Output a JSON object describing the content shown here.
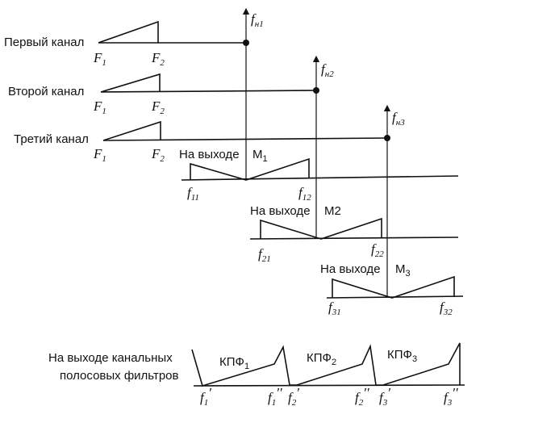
{
  "channels": [
    {
      "label": "Первый канал",
      "f_low": "F",
      "f_low_sub": "1",
      "f_high": "F",
      "f_high_sub": "2",
      "carrier": "f",
      "carrier_sub": "н1"
    },
    {
      "label": "Второй канал",
      "f_low": "F",
      "f_low_sub": "1",
      "f_high": "F",
      "f_high_sub": "2",
      "carrier": "f",
      "carrier_sub": "н2"
    },
    {
      "label": "Третий канал",
      "f_low": "F",
      "f_low_sub": "1",
      "f_high": "F",
      "f_high_sub": "2",
      "carrier": "f",
      "carrier_sub": "н3"
    }
  ],
  "outputs": [
    {
      "label": "На выходе",
      "mod": "M",
      "mod_sub": "1",
      "f_a": "f",
      "f_a_sub": "11",
      "f_b": "f",
      "f_b_sub": "12"
    },
    {
      "label": "На выходе",
      "mod": "M2",
      "mod_sub": "",
      "f_a": "f",
      "f_a_sub": "21",
      "f_b": "f",
      "f_b_sub": "22"
    },
    {
      "label": "На выходе",
      "mod": "M",
      "mod_sub": "3",
      "f_a": "f",
      "f_a_sub": "31",
      "f_b": "f",
      "f_b_sub": "32"
    }
  ],
  "filters": {
    "label_line1": "На выходе канальных",
    "label_line2": "полосовых фильтров",
    "names": [
      {
        "name": "КПФ",
        "sub": "1"
      },
      {
        "name": "КПФ",
        "sub": "2"
      },
      {
        "name": "КПФ",
        "sub": "3"
      }
    ],
    "freqs": [
      {
        "f": "f",
        "sub": "1",
        "prime": "′"
      },
      {
        "f": "f",
        "sub": "1",
        "prime": "′′"
      },
      {
        "f": "f",
        "sub": "2",
        "prime": "′"
      },
      {
        "f": "f",
        "sub": "2",
        "prime": "′′"
      },
      {
        "f": "f",
        "sub": "3",
        "prime": "′"
      },
      {
        "f": "f",
        "sub": "3",
        "prime": "′′"
      }
    ]
  }
}
